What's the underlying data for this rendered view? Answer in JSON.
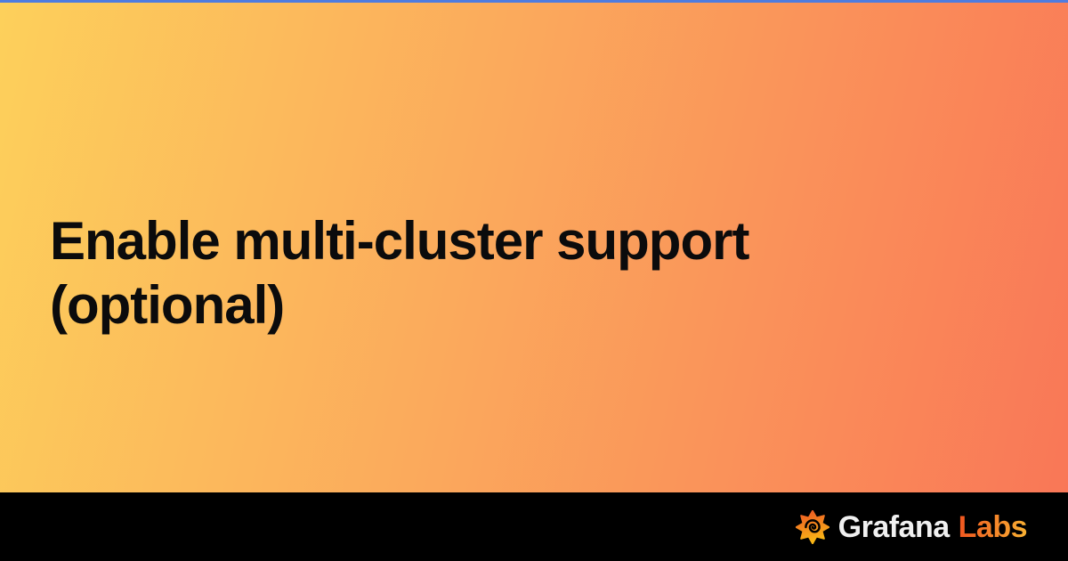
{
  "card": {
    "title_line1": "Enable multi-cluster support",
    "title_line2": "(optional)",
    "title_full": "Enable multi-cluster support (optional)",
    "brand": {
      "primary": "Grafana",
      "secondary": "Labs",
      "icon": "grafana-flame-icon"
    },
    "colors": {
      "top_accent": "#4e7ce0",
      "bg_gradient_start": "#fdd05b",
      "bg_gradient_mid": "#fba95c",
      "bg_gradient_end": "#f97757",
      "footer_bg": "#000000",
      "title_text": "#0b0b0c",
      "brand_primary_text": "#f0f0f0",
      "labs_gradient_start": "#f0541f",
      "labs_gradient_end": "#f9b233",
      "icon_gradient_start": "#ee5425",
      "icon_gradient_end": "#f9b616"
    }
  }
}
